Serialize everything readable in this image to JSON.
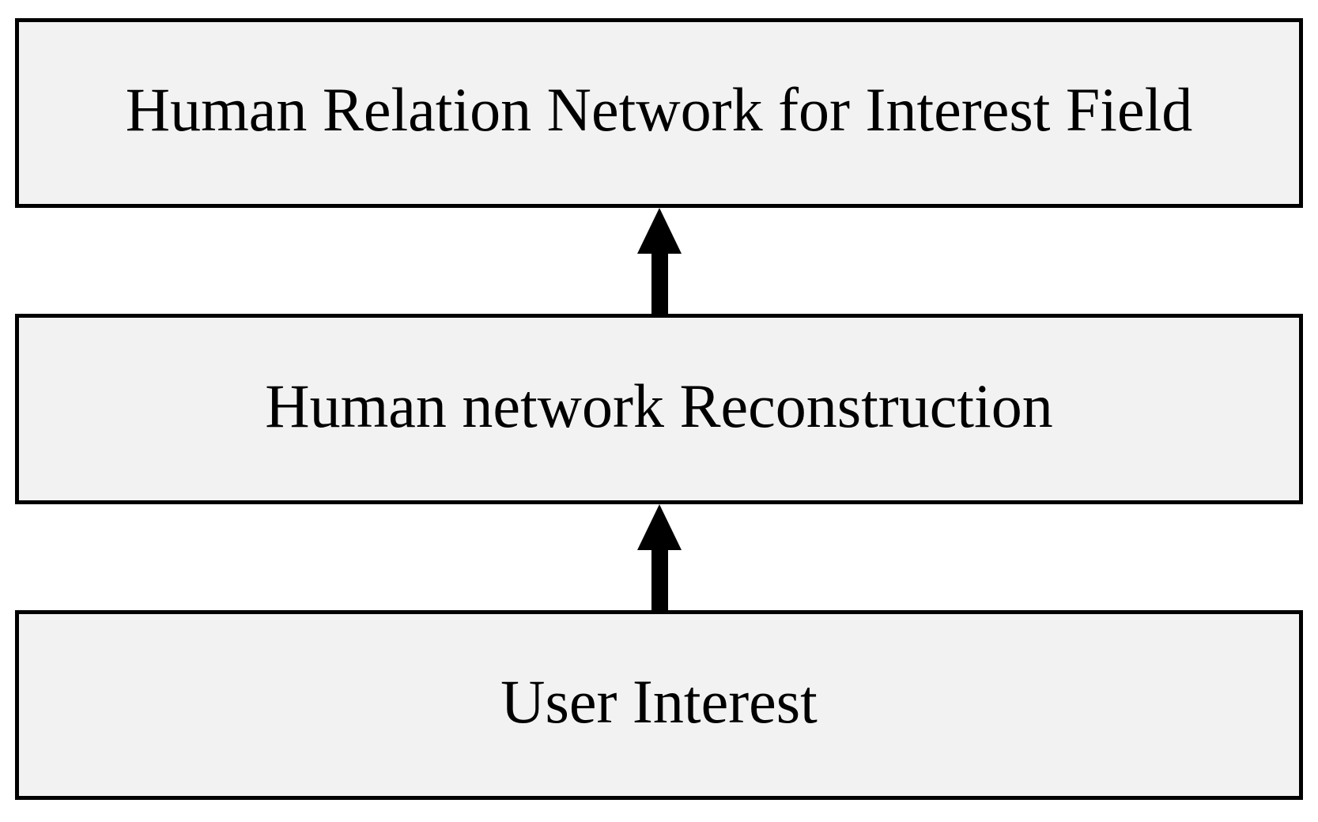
{
  "diagram": {
    "boxes": [
      {
        "id": "human-relation-network-for-interest-field",
        "label": "Human Relation Network for Interest Field"
      },
      {
        "id": "human-network-reconstruction",
        "label": "Human network Reconstruction"
      },
      {
        "id": "user-interest",
        "label": "User Interest"
      }
    ],
    "arrows": [
      {
        "from": "human-network-reconstruction",
        "to": "human-relation-network-for-interest-field",
        "direction": "up"
      },
      {
        "from": "user-interest",
        "to": "human-network-reconstruction",
        "direction": "up"
      }
    ],
    "colors": {
      "background": "#ffffff",
      "box_fill": "#f2f2f2",
      "box_border": "#000000",
      "arrow": "#000000",
      "text": "#000000"
    }
  }
}
